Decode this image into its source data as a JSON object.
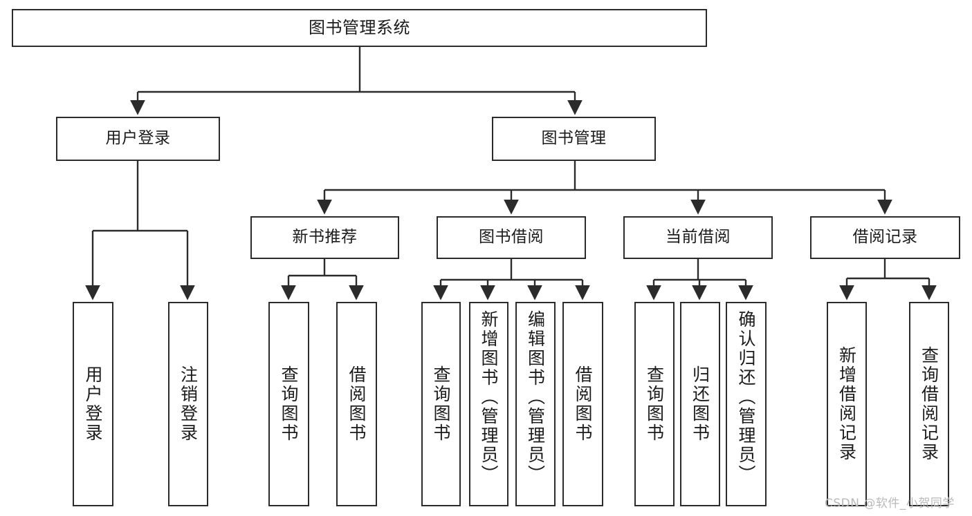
{
  "diagram": {
    "type": "hierarchy-tree",
    "title": "图书管理系统",
    "watermark": "CSDN @软件_小贺同学",
    "colors": {
      "box_border": "#2b2b2b",
      "box_fill": "#ffffff",
      "connector": "#2b2b2b",
      "text": "#1b1b1b",
      "watermark": "#b9b9b9",
      "background": "#ffffff"
    },
    "nodes": {
      "root": {
        "label": "图书管理系统"
      },
      "level2": [
        {
          "id": "user-login",
          "label": "用户登录"
        },
        {
          "id": "book-manage",
          "label": "图书管理"
        }
      ],
      "level3": [
        {
          "id": "new-book-recommend",
          "label": "新书推荐"
        },
        {
          "id": "book-borrow",
          "label": "图书借阅"
        },
        {
          "id": "current-borrow",
          "label": "当前借阅"
        },
        {
          "id": "borrow-record",
          "label": "借阅记录"
        }
      ],
      "leaves": {
        "user-login": [
          {
            "id": "leaf-user-login",
            "label": "用户登录"
          },
          {
            "id": "leaf-logout-login",
            "label": "注销登录"
          }
        ],
        "new-book-recommend": [
          {
            "id": "leaf-query-book-1",
            "label": "查询图书"
          },
          {
            "id": "leaf-borrow-book-1",
            "label": "借阅图书"
          }
        ],
        "book-borrow": [
          {
            "id": "leaf-query-book-2",
            "label": "查询图书"
          },
          {
            "id": "leaf-add-book",
            "label": "新增图书（管理员）"
          },
          {
            "id": "leaf-edit-book",
            "label": "编辑图书（管理员）"
          },
          {
            "id": "leaf-borrow-book-2",
            "label": "借阅图书"
          }
        ],
        "current-borrow": [
          {
            "id": "leaf-query-book-3",
            "label": "查询图书"
          },
          {
            "id": "leaf-return-book",
            "label": "归还图书"
          },
          {
            "id": "leaf-confirm-return",
            "label": "确认归还（管理员）"
          }
        ],
        "borrow-record": [
          {
            "id": "leaf-add-record",
            "label": "新增借阅记录"
          },
          {
            "id": "leaf-query-record",
            "label": "查询借阅记录"
          }
        ]
      }
    },
    "edges": [
      {
        "from": "图书管理系统",
        "to": "用户登录"
      },
      {
        "from": "图书管理系统",
        "to": "图书管理"
      },
      {
        "from": "用户登录",
        "to": "用户登录"
      },
      {
        "from": "用户登录",
        "to": "注销登录"
      },
      {
        "from": "图书管理",
        "to": "新书推荐"
      },
      {
        "from": "图书管理",
        "to": "图书借阅"
      },
      {
        "from": "图书管理",
        "to": "当前借阅"
      },
      {
        "from": "图书管理",
        "to": "借阅记录"
      },
      {
        "from": "新书推荐",
        "to": "查询图书"
      },
      {
        "from": "新书推荐",
        "to": "借阅图书"
      },
      {
        "from": "图书借阅",
        "to": "查询图书"
      },
      {
        "from": "图书借阅",
        "to": "新增图书（管理员）"
      },
      {
        "from": "图书借阅",
        "to": "编辑图书（管理员）"
      },
      {
        "from": "图书借阅",
        "to": "借阅图书"
      },
      {
        "from": "当前借阅",
        "to": "查询图书"
      },
      {
        "from": "当前借阅",
        "to": "归还图书"
      },
      {
        "from": "当前借阅",
        "to": "确认归还（管理员）"
      },
      {
        "from": "借阅记录",
        "to": "新增借阅记录"
      },
      {
        "from": "借阅记录",
        "to": "查询借阅记录"
      }
    ]
  }
}
